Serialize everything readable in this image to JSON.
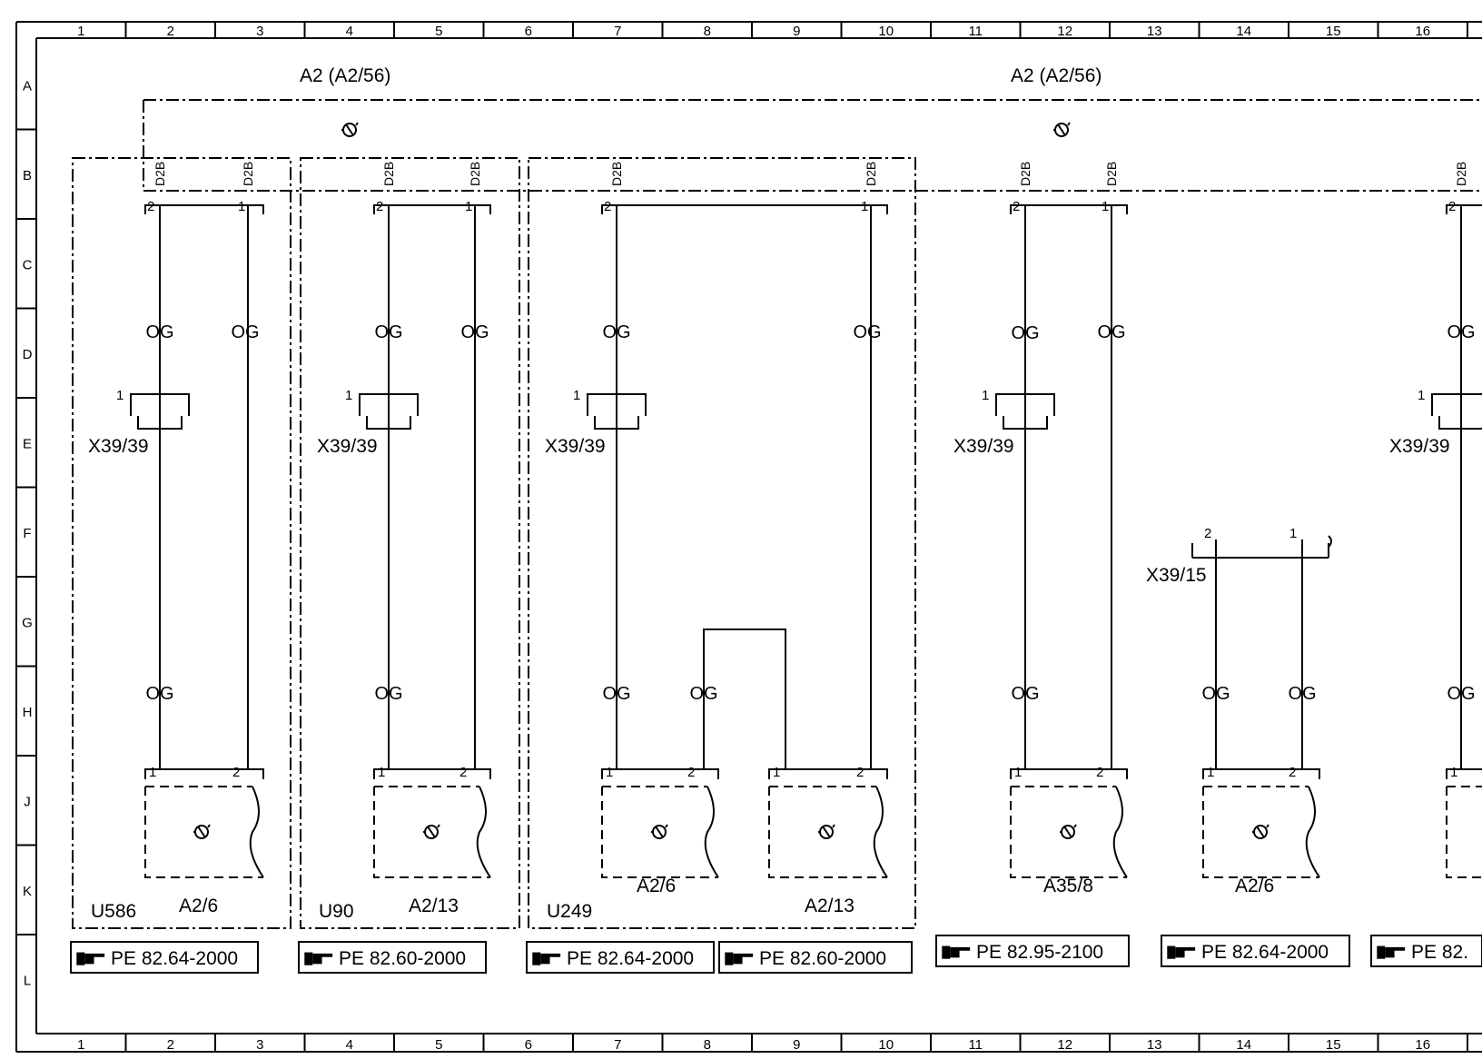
{
  "grid": {
    "columns": [
      "1",
      "2",
      "3",
      "4",
      "5",
      "6",
      "7",
      "8",
      "9",
      "10",
      "11",
      "12",
      "13",
      "14",
      "15",
      "16"
    ],
    "rows": [
      "A",
      "B",
      "C",
      "D",
      "E",
      "F",
      "G",
      "H",
      "J",
      "K",
      "L"
    ]
  },
  "header": {
    "module_left": "A2 (A2/56)",
    "module_right": "A2 (A2/56)"
  },
  "wire": {
    "color_code": "OG",
    "pin_code": "D2B"
  },
  "pins": {
    "p1": "1",
    "p2": "2"
  },
  "connectors": {
    "x39_39": "X39/39",
    "x39_15": "X39/15"
  },
  "variants": {
    "u586": "U586",
    "u90": "U90",
    "u249": "U249"
  },
  "components": {
    "a2_6": "A2/6",
    "a2_13": "A2/13",
    "a35_8": "A35/8"
  },
  "references": [
    "PE 82.64-2000",
    "PE 82.60-2000",
    "PE 82.64-2000",
    "PE 82.60-2000",
    "PE 82.95-2100",
    "PE 82.64-2000",
    "PE 82."
  ],
  "icons": {
    "ground_symbol": "component-body-icon",
    "reference_pointer": "pointing-hand-icon"
  }
}
